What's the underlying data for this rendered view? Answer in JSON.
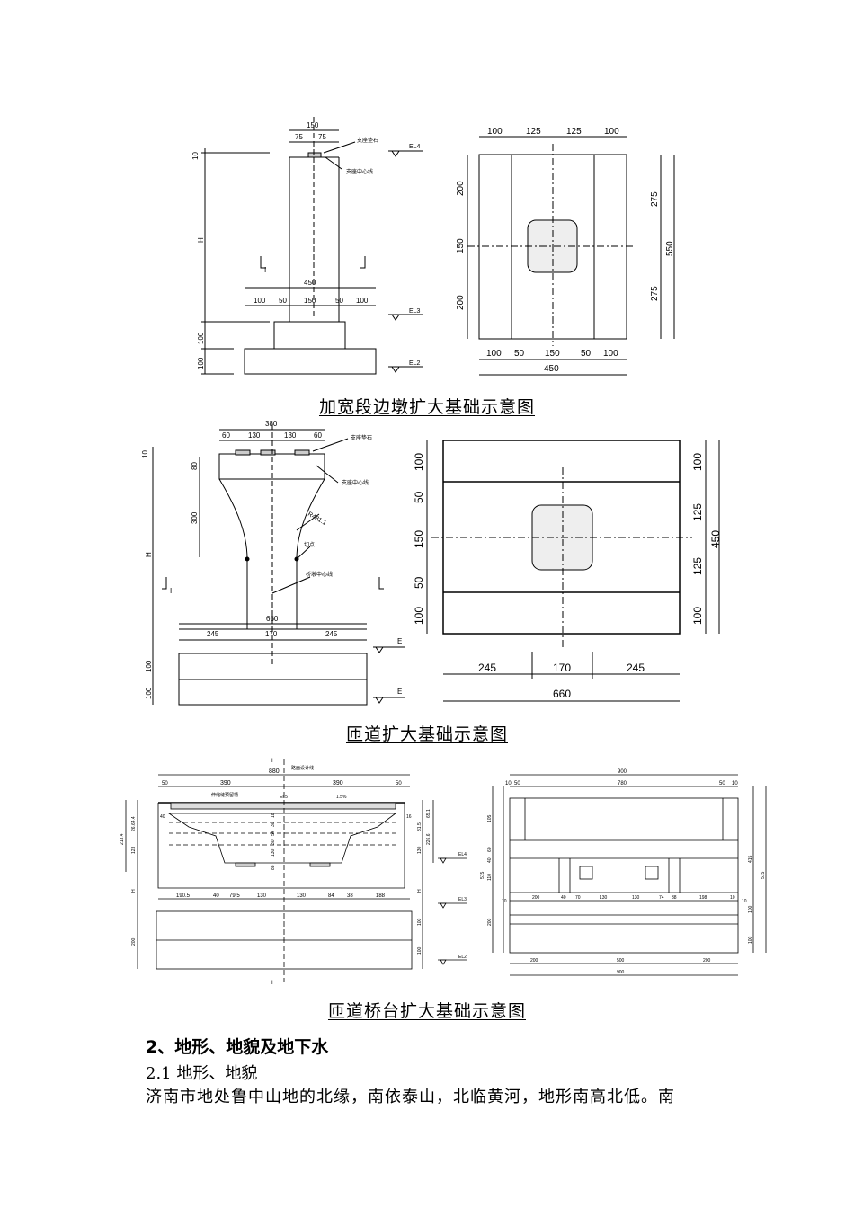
{
  "figures": [
    {
      "caption": "加宽段边墩扩大基础示意图",
      "left": {
        "dim_top": "150",
        "dim_half_a": "75",
        "dim_half_b": "75",
        "label_bearing_pad": "支座垫石",
        "label_bearing_center": "支座中心线",
        "el_top": "EL4",
        "el_mid": "EL3",
        "el_bot": "EL2",
        "dim_side_top": "10",
        "dim_side_h": "H",
        "dim_side_100a": "100",
        "dim_side_100b": "100",
        "section_mark": "I",
        "dim_base_total": "450",
        "dim_base_parts": [
          "100",
          "50",
          "150",
          "50",
          "100"
        ]
      },
      "right": {
        "dim_top": [
          "100",
          "125",
          "125",
          "100"
        ],
        "dim_left": [
          "200",
          "150",
          "200"
        ],
        "dim_right": [
          "275",
          "275"
        ],
        "dim_right_total": "550",
        "dim_bottom": [
          "100",
          "50",
          "150",
          "50",
          "100"
        ],
        "dim_bottom_total": "450"
      }
    },
    {
      "caption": "匝道扩大基础示意图",
      "left": {
        "dim_top_total": "380",
        "dim_top_parts": [
          "60",
          "130",
          "130",
          "60"
        ],
        "label_bearing_pad": "支座垫石",
        "label_bearing_center": "支座中心线",
        "label_radius": "R481.1",
        "label_tangent": "切点",
        "label_pier_center": "桥墩中心线",
        "dim_side_top": "10",
        "dim_side_80": "80",
        "dim_side_300": "300",
        "dim_side_h": "H",
        "dim_side_100a": "100",
        "dim_side_100b": "100",
        "section_mark": "I",
        "el_mark": "E",
        "dim_base_total": "660",
        "dim_base_parts": [
          "245",
          "170",
          "245"
        ]
      },
      "right": {
        "dim_left": [
          "100",
          "50",
          "150",
          "50",
          "100"
        ],
        "dim_right": [
          "100",
          "125",
          "125",
          "100"
        ],
        "dim_right_total": "450",
        "dim_bottom": [
          "245",
          "170",
          "245"
        ],
        "dim_bottom_total": "660"
      }
    },
    {
      "caption": "匝道桥台扩大基础示意图",
      "left": {
        "section_mark": "I",
        "dim_top_total": "880",
        "label_design_line": "路面设计线",
        "dim_top_parts": [
          "50",
          "390",
          "390",
          "50"
        ],
        "label_joint": "伸缩缝预留槽",
        "label_el5": "EL5",
        "label_slope": "1.5%",
        "dim_left_side": [
          "40",
          "26.64.4",
          "213.4",
          "123",
          "H",
          "200"
        ],
        "dim_center": [
          "18",
          "30",
          "54",
          "30",
          "130",
          "88"
        ],
        "dim_right_side": [
          "16",
          "31.5",
          "65.1",
          "226.6",
          "130",
          "H",
          "100",
          "100"
        ],
        "el_labels": [
          "EL4",
          "EL3",
          "EL2"
        ],
        "dim_base_parts": [
          "190.5",
          "40",
          "79.5",
          "130",
          "130",
          "84",
          "38",
          "188"
        ]
      },
      "right": {
        "dim_top_total": "900",
        "dim_top_parts": [
          "10",
          "50",
          "780",
          "50",
          "10"
        ],
        "dim_left": [
          "105",
          "60",
          "40",
          "515",
          "110",
          "10",
          "200"
        ],
        "dim_right": [
          "415",
          "515",
          "10",
          "100",
          "100"
        ],
        "dim_mid": [
          "200",
          "40",
          "70",
          "130",
          "130",
          "74",
          "38",
          "198",
          "10"
        ],
        "dim_bottom": [
          "200",
          "500",
          "200"
        ],
        "dim_bottom_total": "900"
      }
    }
  ],
  "section": {
    "heading": "2、地形、地貌及地下水",
    "subheading": "2.1 地形、地貌",
    "paragraph": "济南市地处鲁中山地的北缘，南依泰山，北临黄河，地形南高北低。南"
  }
}
